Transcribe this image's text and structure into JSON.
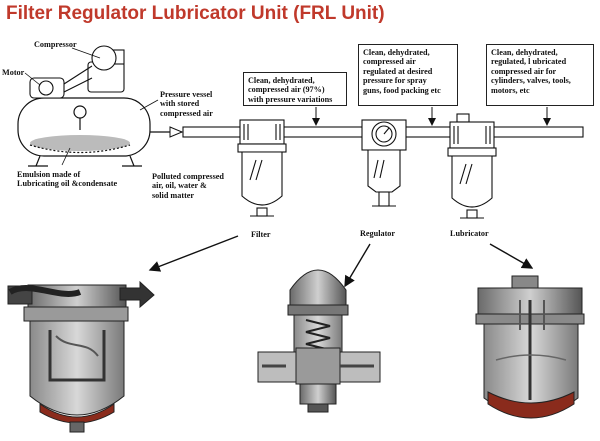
{
  "title": "Filter Regulator Lubricator Unit (FRL Unit)",
  "labels": {
    "compressor": "Compressor",
    "motor": "Motor",
    "pressure_vessel": "Pressure vessel\nwith stored\ncompressed air",
    "emulsion": "Emulsion made of\nLubricating oil &condensate",
    "polluted": "Polluted compressed\nair, oil, water &\nsolid matter",
    "filter": "Filter",
    "regulator": "Regulator",
    "lubricator": "Lubricator"
  },
  "boxes": {
    "after_filter": "Clean, dehydrated,\ncompressed air (97%)\nwith pressure variations",
    "after_regulator": "Clean, dehydrated,\ncompressed air\nregulated at desired\npressure for spray\nguns, food packing etc",
    "after_lubricator": "Clean, dehydrated,\nregulated, l ubricated\ncompressed air  for\ncylinders, valves, tools,\nmotors, etc"
  }
}
